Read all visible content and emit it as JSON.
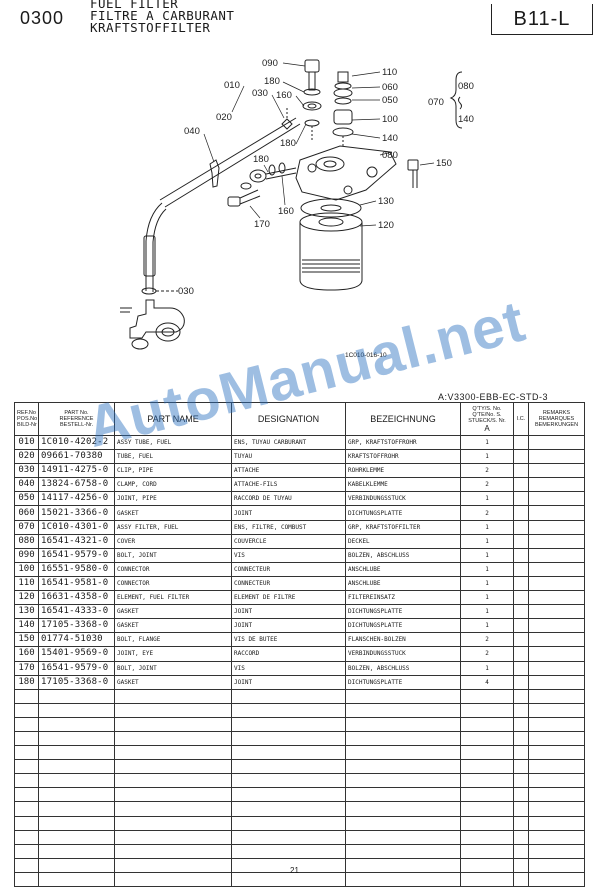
{
  "header": {
    "section_no": "0300",
    "title_en": "FUEL FILTER",
    "title_fr": "FILTRE A CARBURANT",
    "title_de": "KRAFTSTOFFILTER",
    "page_code": "B11-L"
  },
  "diagram": {
    "callouts": [
      "090",
      "110",
      "060",
      "050",
      "070",
      "080",
      "140",
      "010",
      "180",
      "160",
      "030",
      "020",
      "100",
      "040",
      "180",
      "140",
      "080",
      "150",
      "180",
      "160",
      "130",
      "120",
      "170",
      "030"
    ],
    "figure_code": "1C010-016-10"
  },
  "model_code": "A:V3300-EBB-EC-STD-3",
  "watermark": "AutoManual.net",
  "table": {
    "headers": {
      "ref": [
        "REF.No",
        "POS.No",
        "BILD-Nr"
      ],
      "part_no": [
        "PART No.",
        "REFERENCE",
        "BESTELL-Nr."
      ],
      "part_name": "PART NAME",
      "designation": "DESIGNATION",
      "bezeichnung": "BEZEICHNUNG",
      "qty": [
        "Q'TY/S. No.",
        "Q'TE/No. S.",
        "STUECK/S. Nr."
      ],
      "qty_a": "A",
      "ic": "I.C.",
      "remarks": [
        "REMARKS",
        "REMARQUES",
        "BEMERKUNGEN"
      ]
    },
    "rows": [
      {
        "ref": "010",
        "part_no": "1C010-4202-2",
        "name": "ASSY TUBE, FUEL",
        "designation": "ENS, TUYAU CARBURANT",
        "bez": "GRP, KRAFTSTOFFROHR",
        "qty": "1"
      },
      {
        "ref": "020",
        "part_no": "09661-70380",
        "name": "TUBE, FUEL",
        "designation": "TUYAU",
        "bez": "KRAFTSTOFFROHR",
        "qty": "1"
      },
      {
        "ref": "030",
        "part_no": "14911-4275-0",
        "name": "CLIP, PIPE",
        "designation": "ATTACHE",
        "bez": "ROHRKLEMME",
        "qty": "2"
      },
      {
        "ref": "040",
        "part_no": "13824-6758-0",
        "name": "CLAMP, CORD",
        "designation": "ATTACHE-FILS",
        "bez": "KABELKLEMME",
        "qty": "2"
      },
      {
        "ref": "050",
        "part_no": "14117-4256-0",
        "name": "JOINT, PIPE",
        "designation": "RACCORD DE TUYAU",
        "bez": "VERBINDUNGSSTUCK",
        "qty": "1"
      },
      {
        "ref": "060",
        "part_no": "15021-3366-0",
        "name": "GASKET",
        "designation": "JOINT",
        "bez": "DICHTUNGSPLATTE",
        "qty": "2"
      },
      {
        "ref": "070",
        "part_no": "1C010-4301-0",
        "name": "ASSY FILTER, FUEL",
        "designation": "ENS, FILTRE, COMBUST",
        "bez": "GRP, KRAFTSTOFFILTER",
        "qty": "1"
      },
      {
        "ref": "080",
        "part_no": "16541-4321-0",
        "name": "COVER",
        "designation": "COUVERCLE",
        "bez": "DECKEL",
        "qty": "1"
      },
      {
        "ref": "090",
        "part_no": "16541-9579-0",
        "name": "BOLT, JOINT",
        "designation": "VIS",
        "bez": "BOLZEN, ABSCHLUSS",
        "qty": "1"
      },
      {
        "ref": "100",
        "part_no": "16551-9580-0",
        "name": "CONNECTOR",
        "designation": "CONNECTEUR",
        "bez": "ANSCHLUBE",
        "qty": "1"
      },
      {
        "ref": "110",
        "part_no": "16541-9581-0",
        "name": "CONNECTOR",
        "designation": "CONNECTEUR",
        "bez": "ANSCHLUBE",
        "qty": "1"
      },
      {
        "ref": "120",
        "part_no": "16631-4358-0",
        "name": "ELEMENT, FUEL FILTER",
        "designation": "ELEMENT DE FILTRE",
        "bez": "FILTEREINSATZ",
        "qty": "1"
      },
      {
        "ref": "130",
        "part_no": "16541-4333-0",
        "name": "GASKET",
        "designation": "JOINT",
        "bez": "DICHTUNGSPLATTE",
        "qty": "1"
      },
      {
        "ref": "140",
        "part_no": "17105-3368-0",
        "name": "GASKET",
        "designation": "JOINT",
        "bez": "DICHTUNGSPLATTE",
        "qty": "1"
      },
      {
        "ref": "150",
        "part_no": "01774-51030",
        "name": "BOLT, FLANGE",
        "designation": "VIS DE BUTEE",
        "bez": "FLANSCHEN-BOLZEN",
        "qty": "2"
      },
      {
        "ref": "160",
        "part_no": "15401-9569-0",
        "name": "JOINT, EYE",
        "designation": "RACCORD",
        "bez": "VERBINDUNGSSTUCK",
        "qty": "2"
      },
      {
        "ref": "170",
        "part_no": "16541-9579-0",
        "name": "BOLT, JOINT",
        "designation": "VIS",
        "bez": "BOLZEN, ABSCHLUSS",
        "qty": "1"
      },
      {
        "ref": "180",
        "part_no": "17105-3368-0",
        "name": "GASKET",
        "designation": "JOINT",
        "bez": "DICHTUNGSPLATTE",
        "qty": "4"
      }
    ],
    "blank_rows": 14
  },
  "page_number": "21"
}
